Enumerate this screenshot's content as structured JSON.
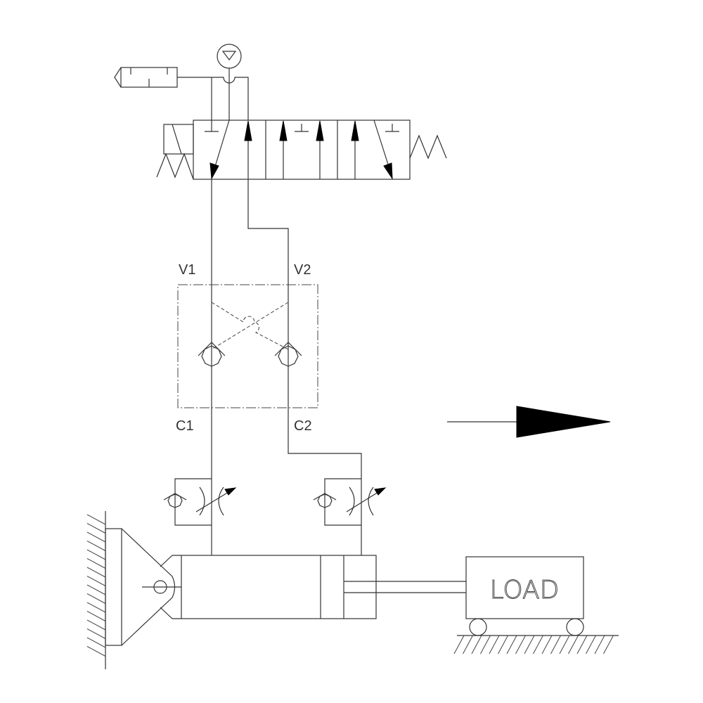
{
  "labels": {
    "v1": "V1",
    "v2": "V2",
    "c1": "C1",
    "c2": "C2",
    "load": "LOAD"
  },
  "colors": {
    "line": "#333333",
    "background": "#ffffff"
  }
}
